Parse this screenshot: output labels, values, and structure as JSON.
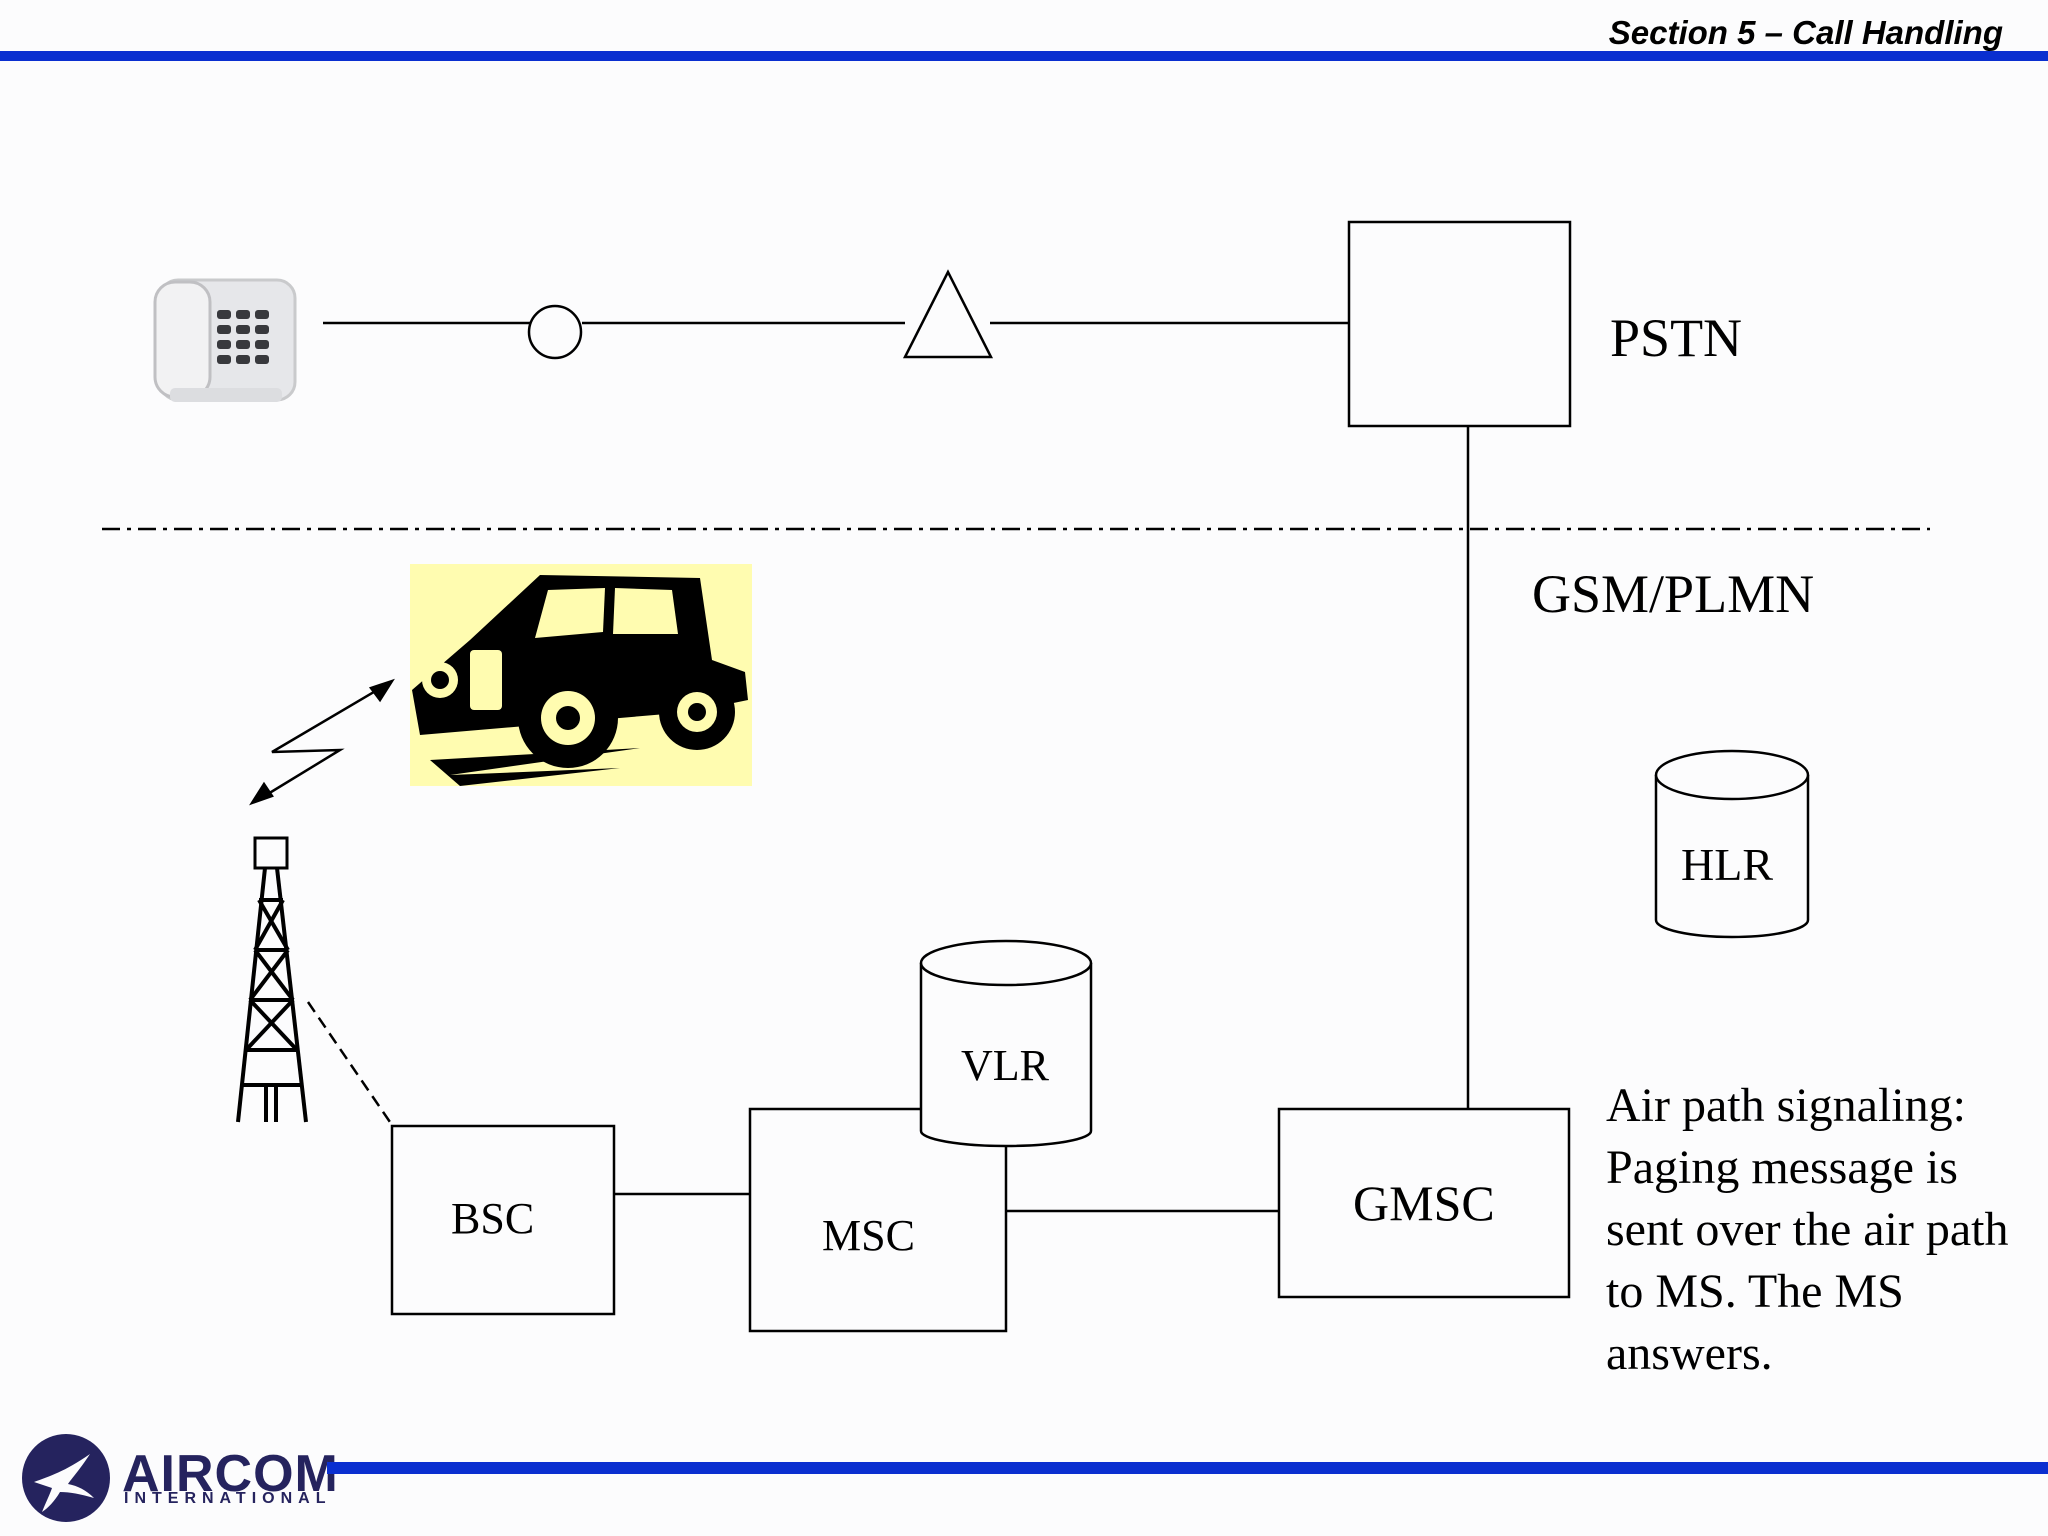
{
  "header": {
    "section_title": "Section 5 – Call Handling"
  },
  "diagram": {
    "network_labels": {
      "pstn": "PSTN",
      "gsm_plmn": "GSM/PLMN"
    },
    "nodes": {
      "bsc": "BSC",
      "msc": "MSC",
      "gmsc": "GMSC",
      "vlr": "VLR",
      "hlr": "HLR"
    },
    "note": "Air path signaling: Paging message is sent over the air path to MS. The MS answers."
  },
  "footer": {
    "logo_name": "AIRCOM",
    "logo_subtitle": "INTERNATIONAL"
  },
  "colors": {
    "rule_blue": "#0a2fd0",
    "car_panel": "#fffcb0",
    "logo_navy": "#25235e"
  }
}
